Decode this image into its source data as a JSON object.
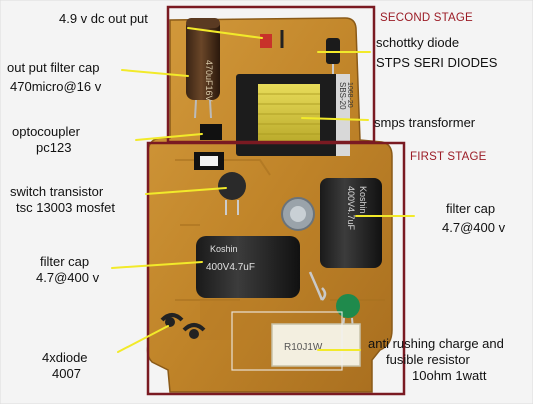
{
  "stages": {
    "second": "SECOND STAGE",
    "first": "FIRST STAGE"
  },
  "labels": {
    "dc_output": "4.9 v dc out put",
    "schottky_line1": "schottky diode",
    "schottky_line2": "STPS SERI DIODES",
    "output_cap_line1": "out put filter cap",
    "output_cap_line2": "470micro@16 v",
    "smps_transformer": "smps transformer",
    "optocoupler_line1": "optocoupler",
    "optocoupler_line2": "pc123",
    "switch_line1": "switch transistor",
    "switch_line2": "tsc 13003 mosfet",
    "filter_cap_right_line1": "filter cap",
    "filter_cap_right_line2": "4.7@400 v",
    "filter_cap_left_line1": "filter cap",
    "filter_cap_left_line2": "4.7@400 v",
    "diode_line1": "4xdiode",
    "diode_line2": "4007",
    "resistor_line1": "anti rushing charge and",
    "resistor_line2": "fusible resistor",
    "resistor_line3": "10ohm 1watt"
  },
  "component_markings": {
    "transformer_code_1": "SBS-20",
    "transformer_code_2": "1068-20",
    "cap_brand": "Koshin",
    "cap_rating": "400V4.7uF",
    "output_cap_rating": "470uF16V",
    "resistor_code": "R10J1W"
  },
  "colors": {
    "stage_box": "#7a1a22",
    "pointer": "#f2ea2a",
    "pcb": "#c28a2e",
    "background": "#f6f6f6"
  }
}
